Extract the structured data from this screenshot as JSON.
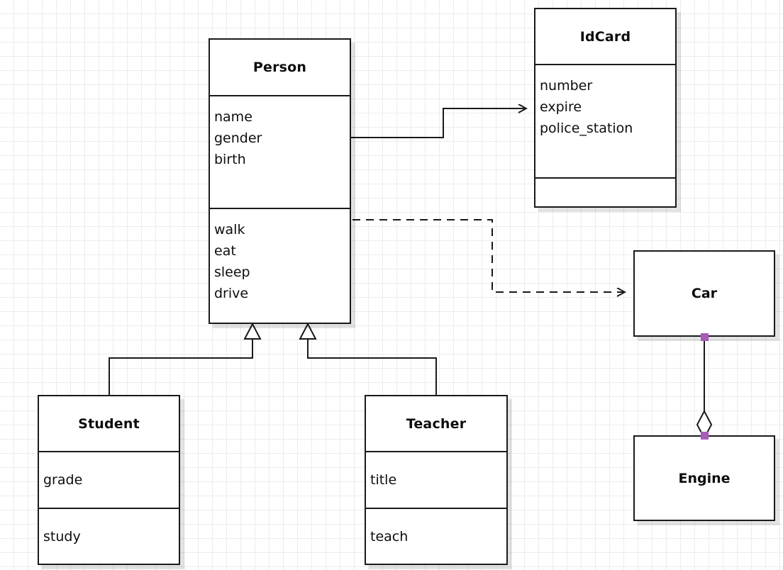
{
  "diagram": {
    "type": "uml-class-diagram",
    "background": "#ffffff",
    "grid_color": "#ececec",
    "line_color": "#1a1a1a",
    "handle_color": "#a65cb8"
  },
  "classes": {
    "person": {
      "name": "Person",
      "attributes": [
        "name",
        "gender",
        "birth"
      ],
      "methods": [
        "walk",
        "eat",
        "sleep",
        "drive"
      ]
    },
    "idcard": {
      "name": "IdCard",
      "attributes": [
        "number",
        "expire",
        "police_station"
      ],
      "methods": []
    },
    "student": {
      "name": "Student",
      "attributes": [
        "grade"
      ],
      "methods": [
        "study"
      ]
    },
    "teacher": {
      "name": "Teacher",
      "attributes": [
        "title"
      ],
      "methods": [
        "teach"
      ]
    },
    "car": {
      "name": "Car"
    },
    "engine": {
      "name": "Engine"
    }
  },
  "relationships": [
    {
      "id": "person-idcard",
      "kind": "association",
      "from": "Person",
      "to": "IdCard",
      "style": "solid",
      "arrowhead": "open"
    },
    {
      "id": "person-car",
      "kind": "dependency",
      "from": "Person",
      "to": "Car",
      "style": "dashed",
      "arrowhead": "open"
    },
    {
      "id": "student-person",
      "kind": "generalization",
      "from": "Student",
      "to": "Person",
      "style": "solid",
      "arrowhead": "hollow-triangle"
    },
    {
      "id": "teacher-person",
      "kind": "generalization",
      "from": "Teacher",
      "to": "Person",
      "style": "solid",
      "arrowhead": "hollow-triangle"
    },
    {
      "id": "car-engine",
      "kind": "aggregation",
      "from": "Car",
      "to": "Engine",
      "style": "solid",
      "arrowhead": "hollow-diamond"
    }
  ]
}
